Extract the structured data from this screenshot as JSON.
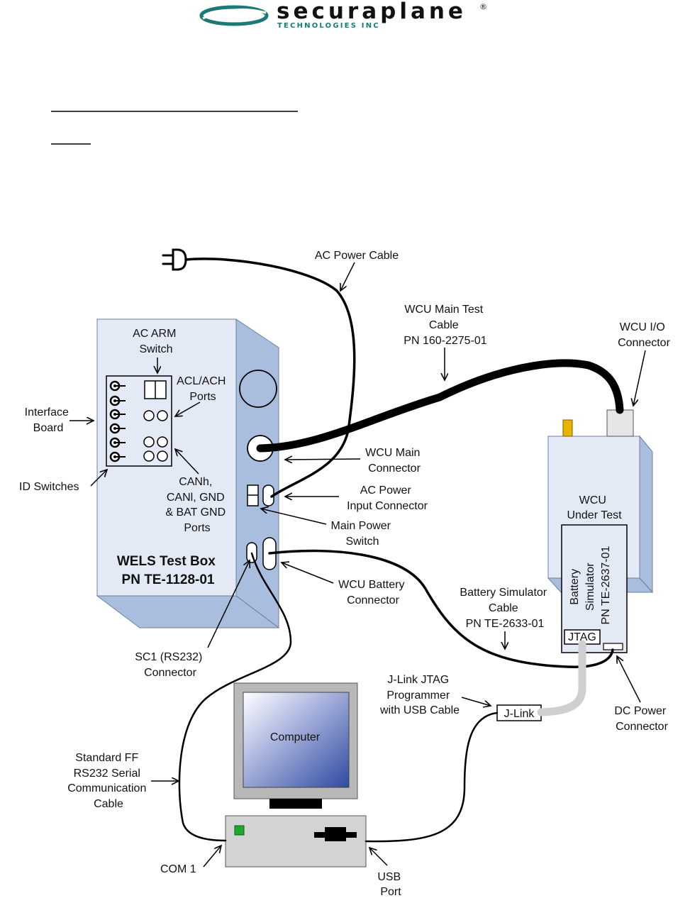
{
  "logo": {
    "name": "securaplane",
    "registered": "®",
    "tagline": "TECHNOLOGIES INC"
  },
  "colors": {
    "box_face": "#e3eaf6",
    "box_side": "#a9bedf",
    "cable": "#000000",
    "jtag_cable": "#cfcfcf",
    "logo_teal": "#1a7a78",
    "antenna": "#e8b400",
    "screen_dark": "#3a55a8"
  },
  "labels": {
    "ac_power_cable": [
      "AC Power Cable"
    ],
    "wcu_main_test_cable": [
      "WCU Main Test",
      "Cable",
      "PN 160-2275-01"
    ],
    "wcu_io_connector": [
      "WCU I/O",
      "Connector"
    ],
    "ac_arm_switch": [
      "AC ARM",
      "Switch"
    ],
    "acl_ach_ports": [
      "ACL/ACH",
      "Ports"
    ],
    "interface_board": [
      "Interface",
      "Board"
    ],
    "id_switches": [
      "ID Switches"
    ],
    "can_ports": [
      "CANh,",
      "CANl, GND",
      "& BAT GND",
      "Ports"
    ],
    "wcu_main_connector": [
      "WCU Main",
      "Connector"
    ],
    "ac_power_input_connector": [
      "AC Power",
      "Input Connector"
    ],
    "main_power_switch": [
      "Main Power",
      "Switch"
    ],
    "wels_test_box": [
      "WELS Test Box",
      "PN TE-1128-01"
    ],
    "wcu_battery_connector": [
      "WCU Battery",
      "Connector"
    ],
    "battery_simulator_cable": [
      "Battery Simulator",
      "Cable",
      "PN TE-2633-01"
    ],
    "wcu_under_test": [
      "WCU",
      "Under Test"
    ],
    "battery_simulator": [
      "Battery",
      "Simulator",
      "PN TE-2637-01"
    ],
    "jtag": "JTAG",
    "sc1_connector": [
      "SC1 (RS232)",
      "Connector"
    ],
    "jlink_programmer": [
      "J-Link JTAG",
      "Programmer",
      "with USB Cable"
    ],
    "jlink": "J-Link",
    "dc_power_connector": [
      "DC Power",
      "Connector"
    ],
    "computer": "Computer",
    "serial_cable": [
      "Standard FF",
      "RS232 Serial",
      "Communication",
      "Cable"
    ],
    "com1": [
      "COM 1"
    ],
    "usb_port": [
      "USB",
      "Port"
    ]
  }
}
